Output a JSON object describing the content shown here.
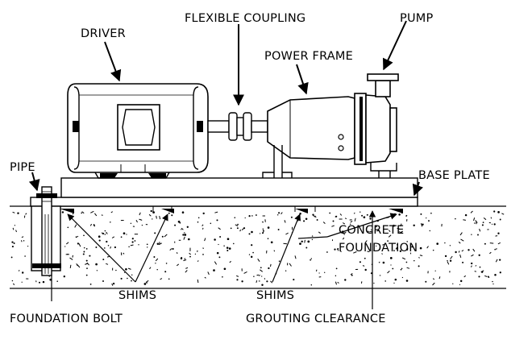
{
  "labels": {
    "driver": "DRIVER",
    "flexible_coupling": "FLEXIBLE COUPLING",
    "pump": "PUMP",
    "power_frame": "POWER FRAME",
    "pipe": "PIPE",
    "base_plate": "BASE PLATE",
    "concrete_foundation_line1": "CONCRETE",
    "concrete_foundation_line2": "FOUNDATION",
    "shims_left": "SHIMS",
    "shims_right": "SHIMS",
    "foundation_bolt": "FOUNDATION BOLT",
    "grouting_clearance": "GROUTING CLEARANCE"
  }
}
